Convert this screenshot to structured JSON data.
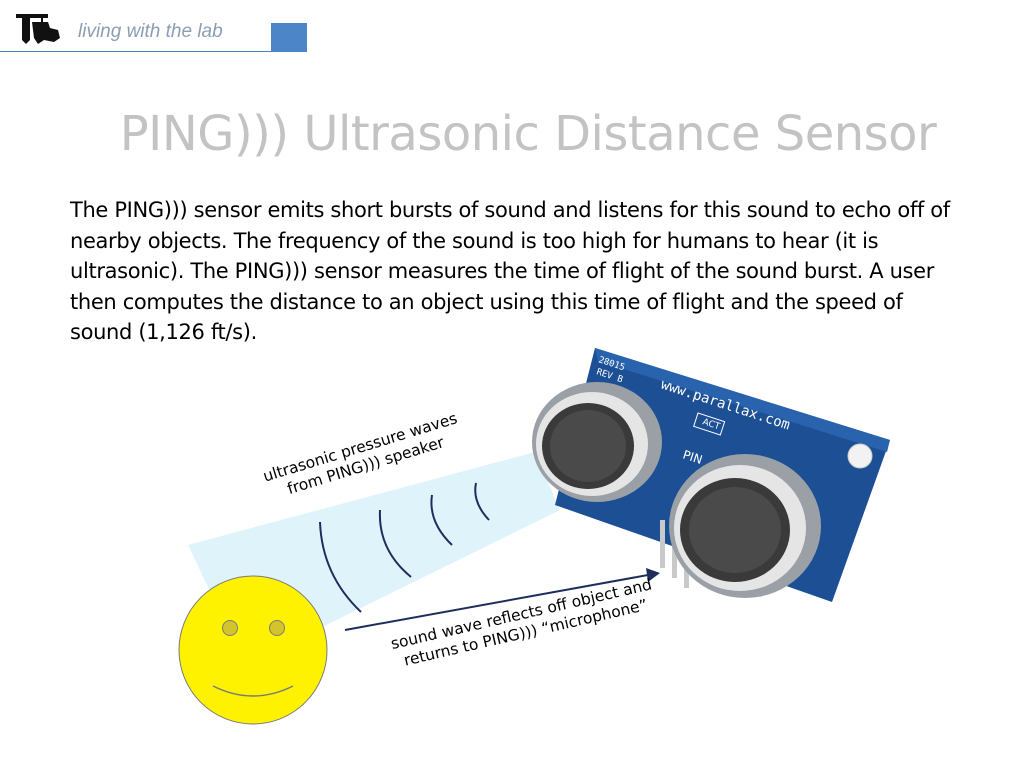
{
  "header": {
    "brand": "living with the lab"
  },
  "slide": {
    "title": "PING))) Ultrasonic Distance Sensor",
    "body": "The PING))) sensor emits short bursts of sound and listens for this sound to echo off of nearby objects. The frequency of the sound is too high for humans to hear (it is ultrasonic). The PING))) sensor measures the time of flight of the sound burst. A user then computes the distance to an object using this time of flight and the speed of sound (1,126 ft/s)."
  },
  "illustration": {
    "waves_label_line1": "ultrasonic pressure waves",
    "waves_label_line2": "from PING))) speaker",
    "reflect_label_line1": "sound wave reflects off object and",
    "reflect_label_line2": "returns to PING))) “microphone”",
    "sensor_pcb_text": "www.parallax.com",
    "sensor_code_1": "28015",
    "sensor_code_2": "REV B",
    "sensor_act": "ACT",
    "sensor_ping": "PIN"
  },
  "colors": {
    "beam": "#dff3fb",
    "wave": "#1f2d5c",
    "face": "#fff200",
    "pcb": "#1c4f94",
    "accent": "#4d86c8"
  }
}
